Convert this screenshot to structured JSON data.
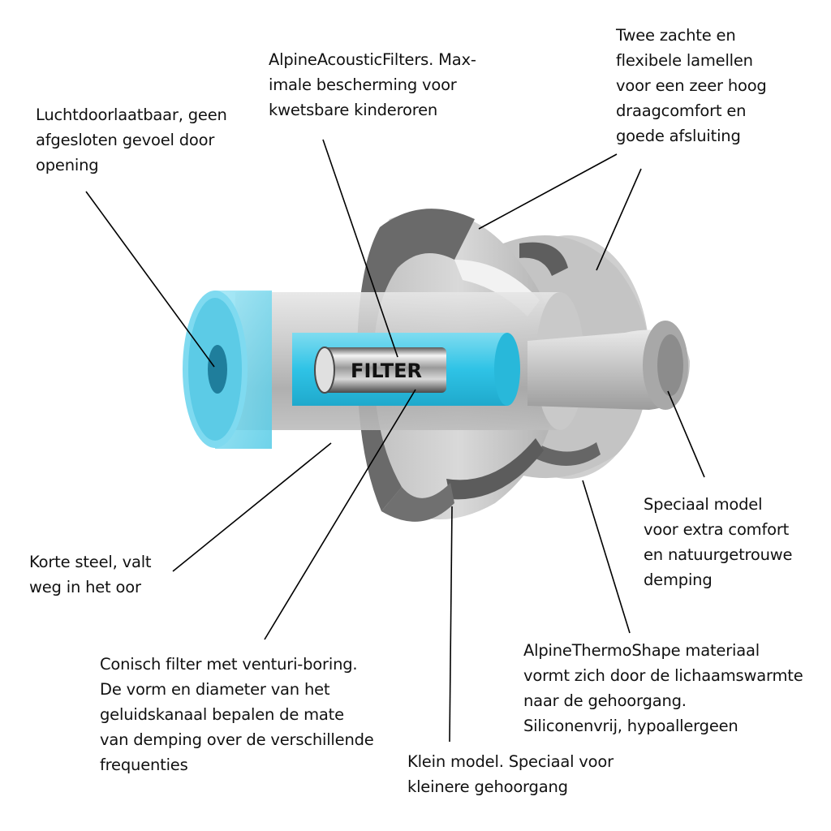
{
  "diagram": {
    "filter_text": "FILTER",
    "colors": {
      "cyan": "#3bc8e6",
      "cyan_light": "#8fdff0",
      "grey_dark": "#6e6e6e",
      "grey_mid": "#a9a9a9",
      "grey_light": "#d4d4d4",
      "line": "#000000"
    }
  },
  "labels": {
    "luchtdoorlaatbaar": "Luchtdoorlaatbaar, geen\nafgesloten gevoel door\nopening",
    "alpine_filters": "AlpineAcousticFilters. Max-\nimale bescherming voor\nkwetsbare kinderoren",
    "twee_lamellen": "Twee zachte en\nflexibele lamellen\nvoor een zeer hoog\ndraagcomfort en\ngoede afsluiting",
    "speciaal_model": "Speciaal model\nvoor extra comfort\nen natuurgetrouwe\ndemping",
    "korte_steel": "Korte steel, valt\nweg in het oor",
    "conisch_filter": "Conisch filter met venturi-boring.\nDe vorm en diameter van het\ngeluidskanaal bepalen de mate\nvan demping over de verschillende\nfrequenties",
    "thermoshape": "AlpineThermoShape materiaal\nvormt zich door de lichaamswarmte\nnaar de gehoorgang.\nSiliconenvrij, hypoallergeen",
    "klein_model": "Klein model. Speciaal voor\nkleinere gehoorgang"
  }
}
